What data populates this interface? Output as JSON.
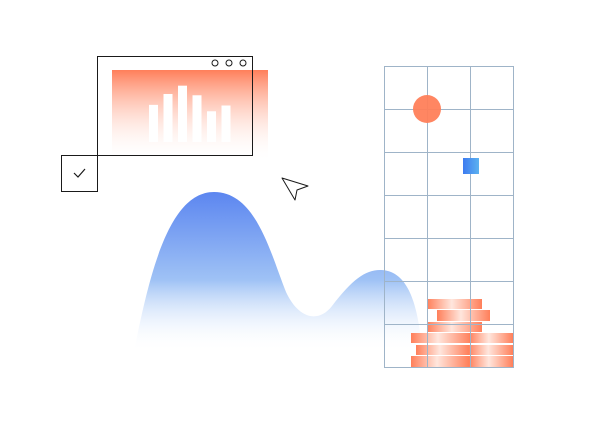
{
  "colors": {
    "background": "#ffffff",
    "outline": "#1a1a1a",
    "grid": "#9fb4c8",
    "orange": "#ff7f5a",
    "orange_light": "#ffd9cc",
    "blue": "#5c86f0",
    "blue_light": "#9fc2f5",
    "square_blue_start": "#3d7bf0",
    "square_blue_end": "#5cb2f0"
  },
  "icons": {
    "window": "browser-window-icon",
    "window_controls": "three-dots-icon",
    "checkbox": "checkbox-checked-icon",
    "cursor": "pointer-arrow-icon",
    "circle": "circle-marker",
    "square": "square-marker"
  },
  "bar_heights": [
    0.58,
    0.75,
    0.88,
    0.73,
    0.48,
    0.57
  ],
  "checkbox": {
    "checked": true
  }
}
